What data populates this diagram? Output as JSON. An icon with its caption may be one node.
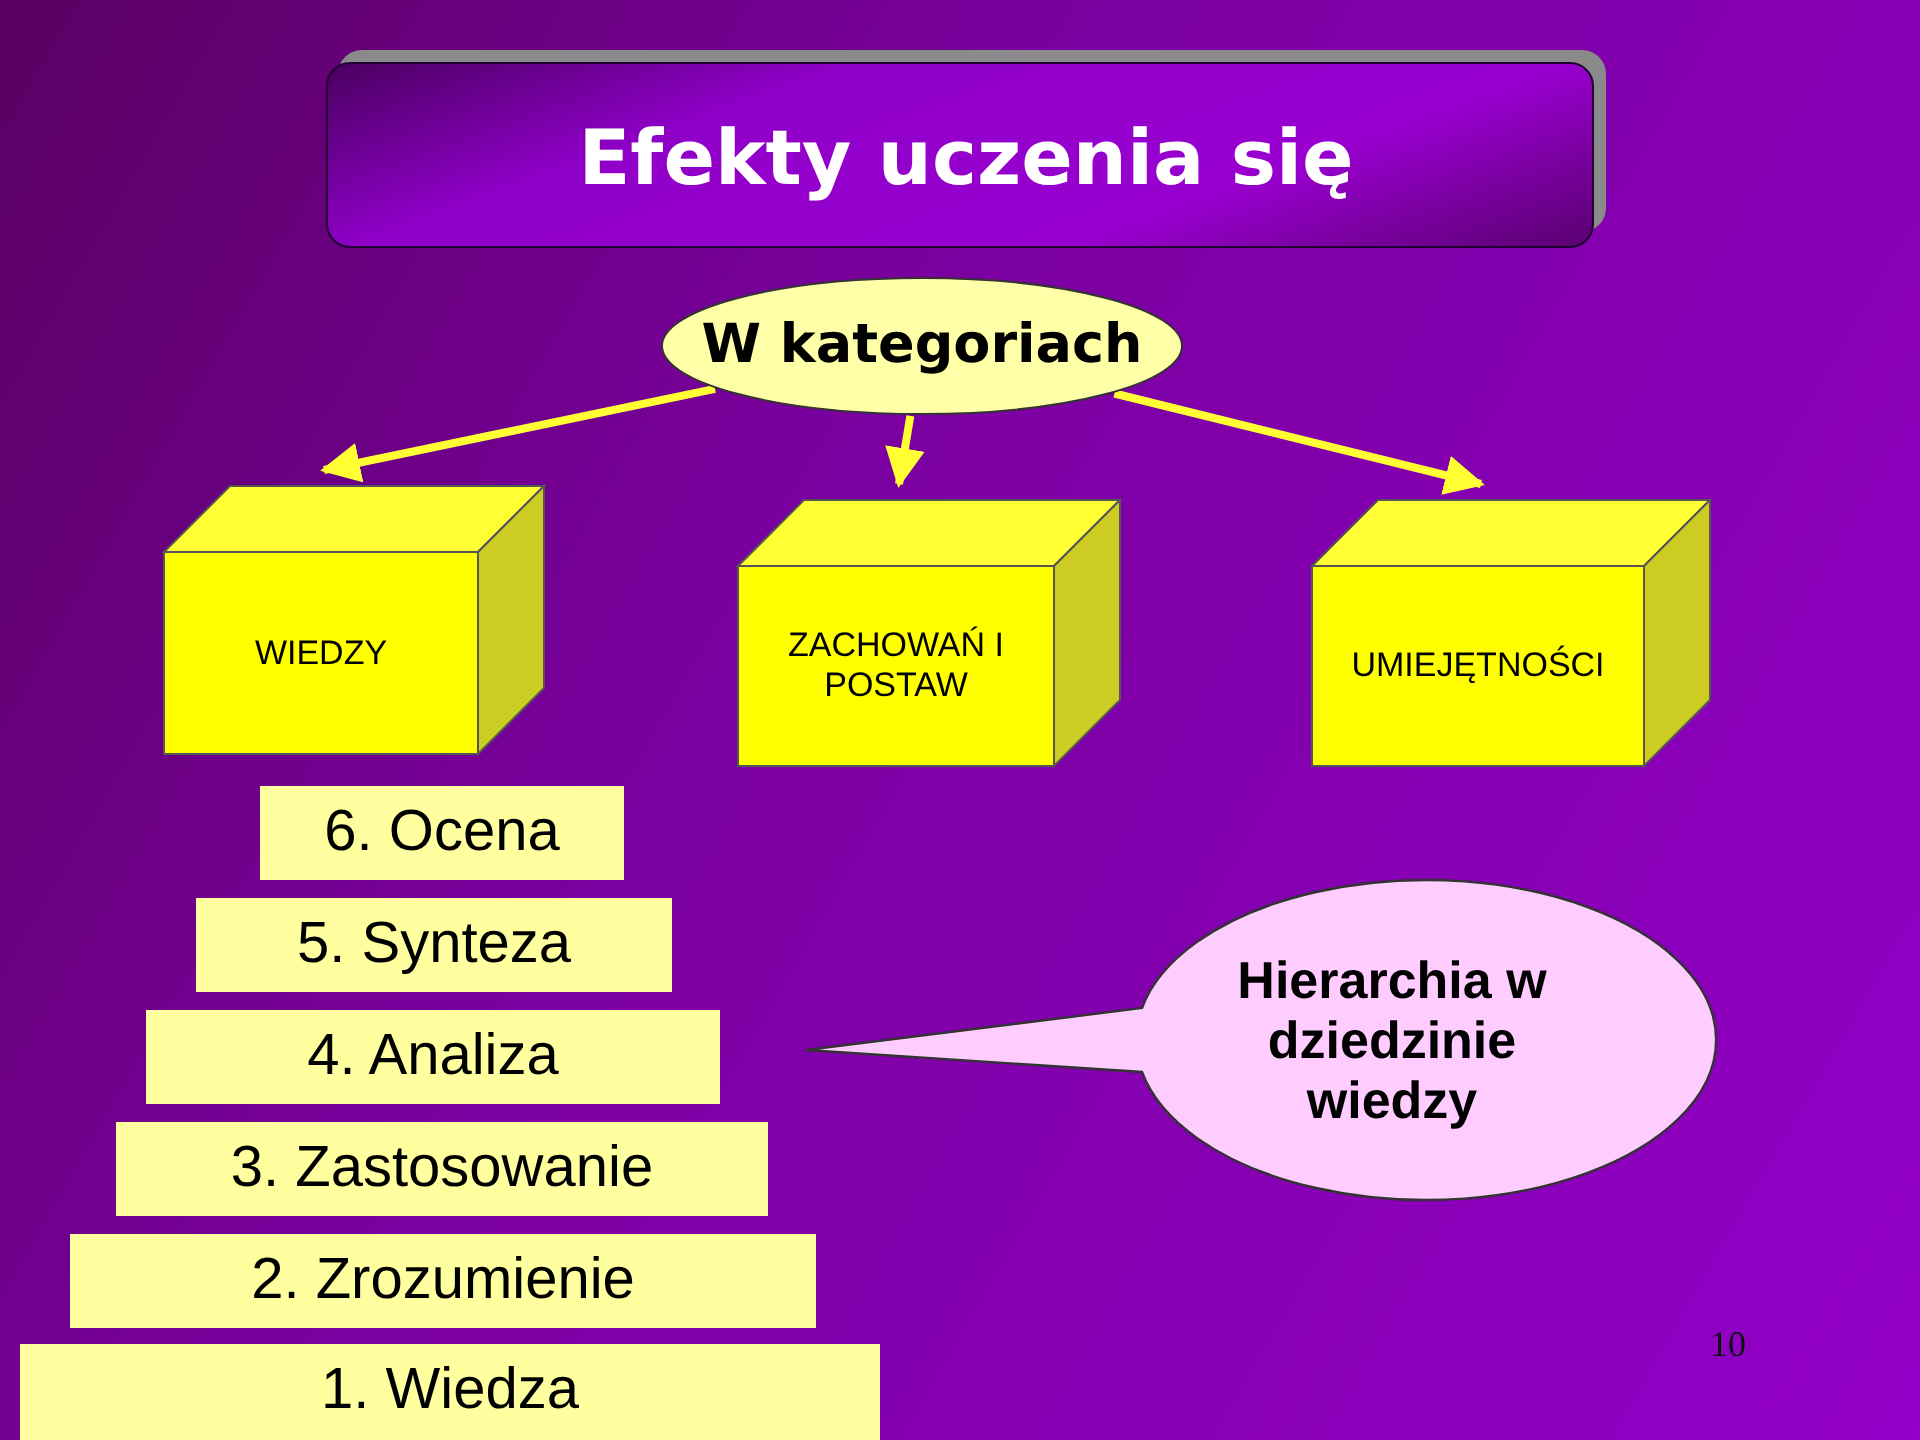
{
  "diagram": {
    "title": "Efekty uczenia się",
    "nodes": [
      {
        "text": [
          "W kategoriach"
        ]
      },
      {
        "text": [
          "WIEDZY"
        ]
      },
      {
        "text": [
          "ZACHOWAŃ I POSTAW"
        ]
      },
      {
        "text": [
          "UMIEJĘTNOŚCI"
        ]
      },
      {
        "text": [
          "6. Ocena"
        ]
      },
      {
        "text": [
          "5. Synteza"
        ]
      },
      {
        "text": [
          "4. Analiza"
        ]
      },
      {
        "text": [
          "3. Zastosowanie"
        ]
      },
      {
        "text": [
          "2. Zrozumienie"
        ]
      },
      {
        "text": [
          "1. Wiedza"
        ]
      },
      {
        "text": [
          "Hierarchia w dziedzinie wiedzy"
        ]
      }
    ],
    "edges": [
      {
        "from": 0,
        "to": 1,
        "arrow": "to"
      },
      {
        "from": 0,
        "to": 2,
        "arrow": "to"
      },
      {
        "from": 0,
        "to": 3,
        "arrow": "to"
      }
    ],
    "labels": [
      "10"
    ]
  }
}
